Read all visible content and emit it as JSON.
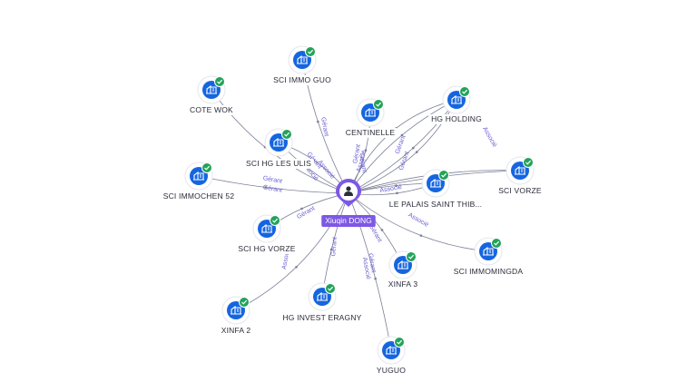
{
  "center": {
    "label": "Xiuqin DONG",
    "icon": "person-icon",
    "color": "#7d57e6"
  },
  "node_icon": "building-icon",
  "badge_icon": "check-badge-icon",
  "colors": {
    "node_fill": "#1565e0",
    "badge": "#23a35a",
    "edge": "#7b7f96",
    "edge_label": "#6a5fd0"
  },
  "nodes": [
    {
      "label": "SCI IMMO GUO"
    },
    {
      "label": "COTE WOK"
    },
    {
      "label": "CENTINELLE"
    },
    {
      "label": "HG HOLDING"
    },
    {
      "label": "SCI HG LES ULIS"
    },
    {
      "label": "SCI VORZE"
    },
    {
      "label": "SCI IMMOCHEN 52"
    },
    {
      "label": "LE PALAIS SAINT THIB..."
    },
    {
      "label": "SCI HG VORZE"
    },
    {
      "label": "SCI IMMOMINGDA"
    },
    {
      "label": "XINFA 3"
    },
    {
      "label": "HG INVEST ERAGNY"
    },
    {
      "label": "XINFA 2"
    },
    {
      "label": "YUGUO"
    }
  ],
  "edge_labels": [
    {
      "text": "Gérant"
    },
    {
      "text": "Gérant"
    },
    {
      "text": "Gérant"
    },
    {
      "text": "Associé"
    },
    {
      "text": "Gérant"
    },
    {
      "text": "Associé"
    },
    {
      "text": "Gérant"
    },
    {
      "text": "Associé"
    },
    {
      "text": "Gérant"
    },
    {
      "text": "Gérant"
    },
    {
      "text": "Associé"
    },
    {
      "text": "Gérant"
    },
    {
      "text": "Associé"
    },
    {
      "text": "Gérant"
    },
    {
      "text": "Gérant"
    },
    {
      "text": "Associé"
    },
    {
      "text": "Gérant"
    },
    {
      "text": "Gérant"
    },
    {
      "text": "Associé"
    },
    {
      "text": "Associé"
    }
  ]
}
